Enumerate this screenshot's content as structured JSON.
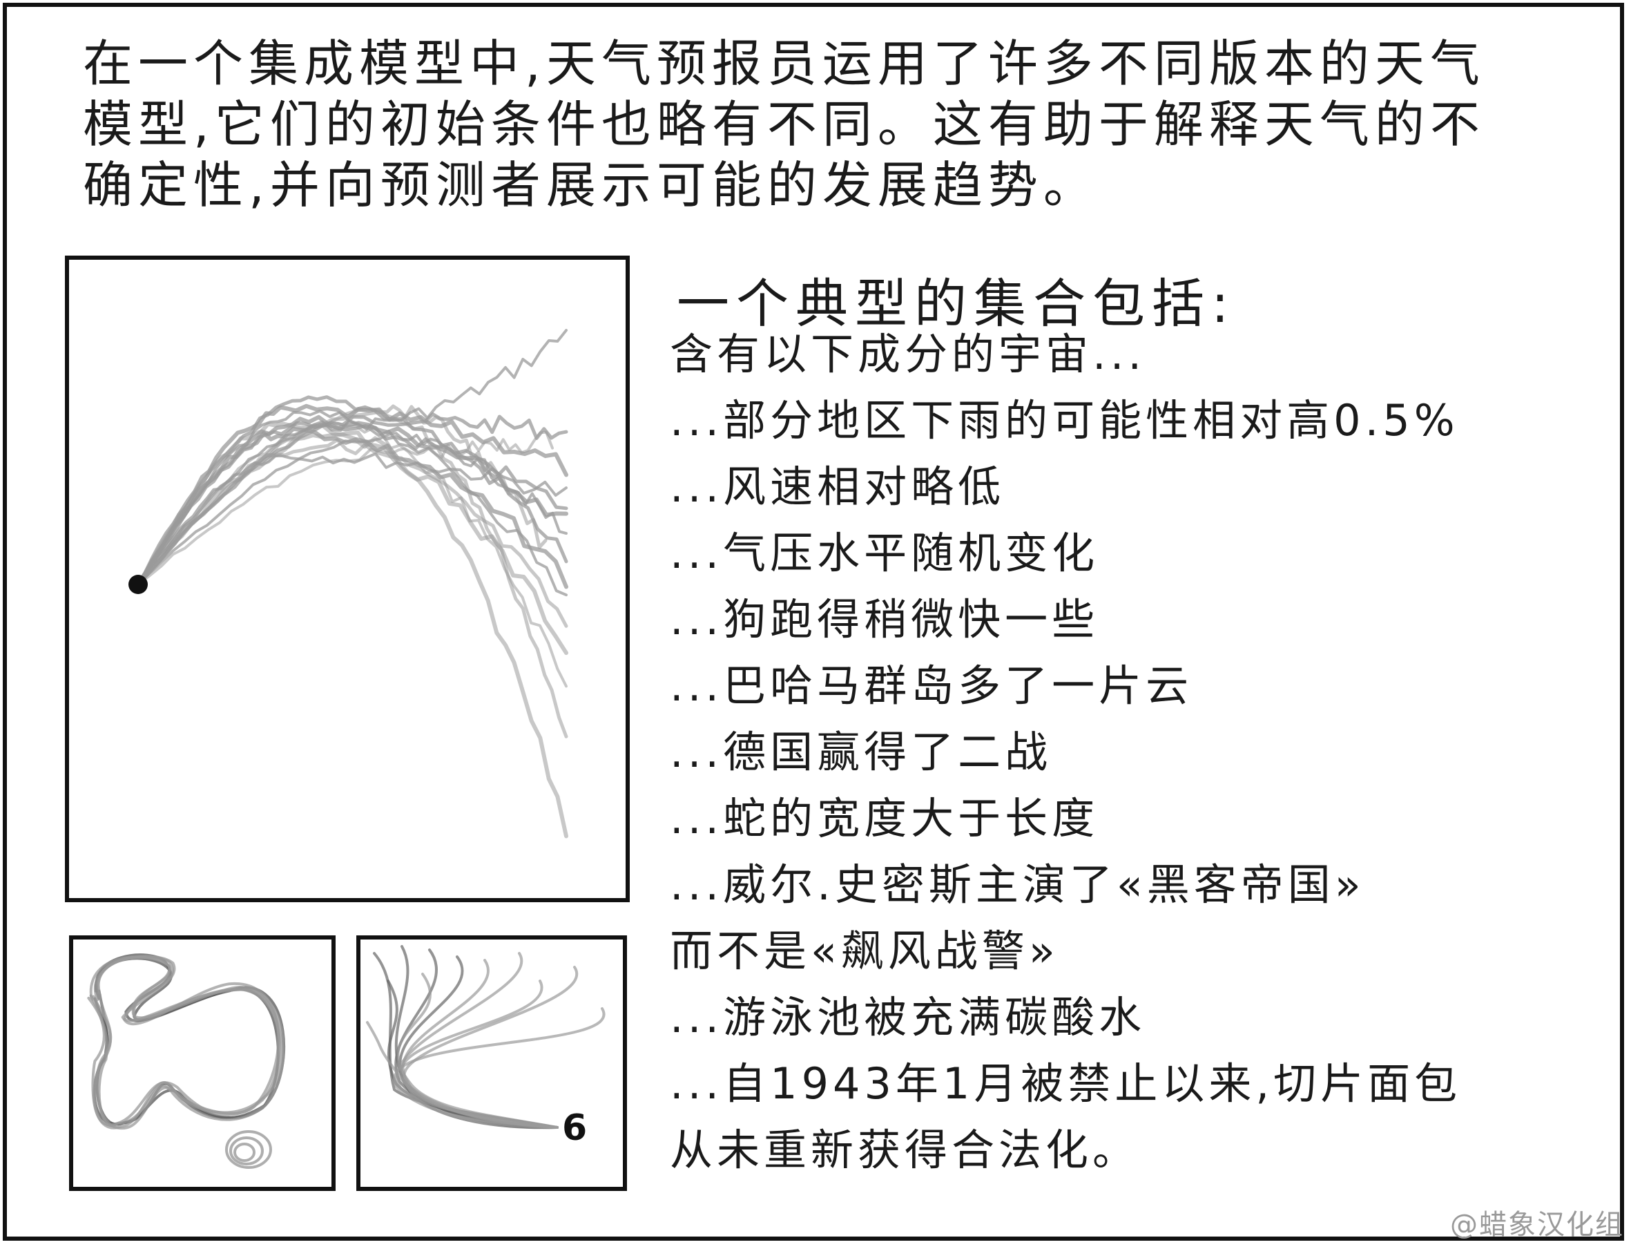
{
  "intro": {
    "lines": [
      "在一个集成模型中,天气预报员运用了许多不同版本的天气",
      "模型,它们的初始条件也略有不同。这有助于解释天气的不",
      "确定性,并向预测者展示可能的发展趋势。"
    ]
  },
  "heading": "一个典型的集合包括:",
  "list": [
    "含有以下成分的宇宙...",
    "...部分地区下雨的可能性相对高0.5%",
    "...风速相对略低",
    "...气压水平随机变化",
    "...狗跑得稍微快一些",
    "...巴哈马群岛多了一片云",
    "...德国赢得了二战",
    "...蛇的宽度大于长度",
    "...威尔.史密斯主演了«黑客帝国»",
    "而不是«飙风战警»",
    "...游泳池被充满碳酸水",
    "...自1943年1月被禁止以来,切片面包",
    "从未重新获得合法化。"
  ],
  "panel3_label": "6",
  "credit": "@蜡象汉化组",
  "colors": {
    "ink": "#111111",
    "line_gray": "#9a9a9a",
    "credit_gray": "#999999"
  }
}
